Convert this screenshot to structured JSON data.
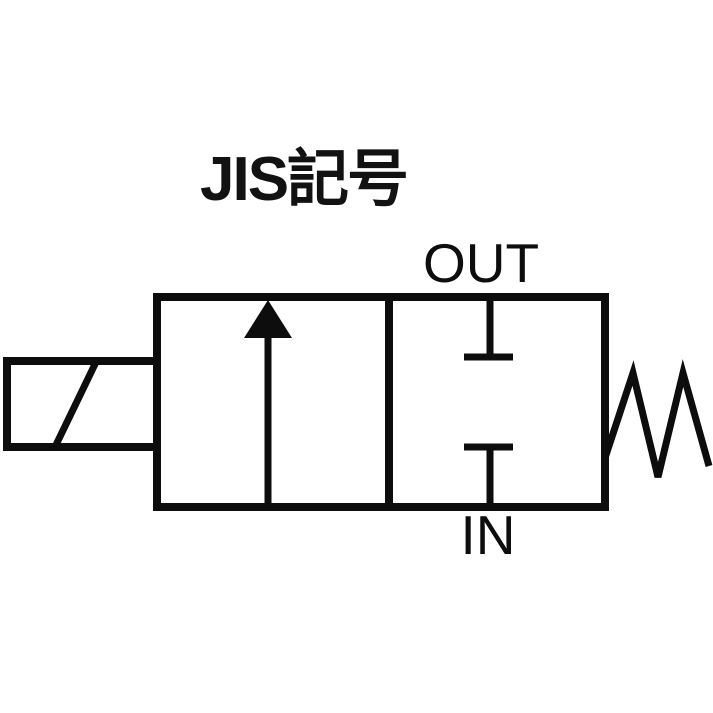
{
  "title": "JIS記号",
  "labels": {
    "out": "OUT",
    "in": "IN"
  },
  "colors": {
    "line": "#0d0d0d",
    "background": "#ffffff"
  }
}
